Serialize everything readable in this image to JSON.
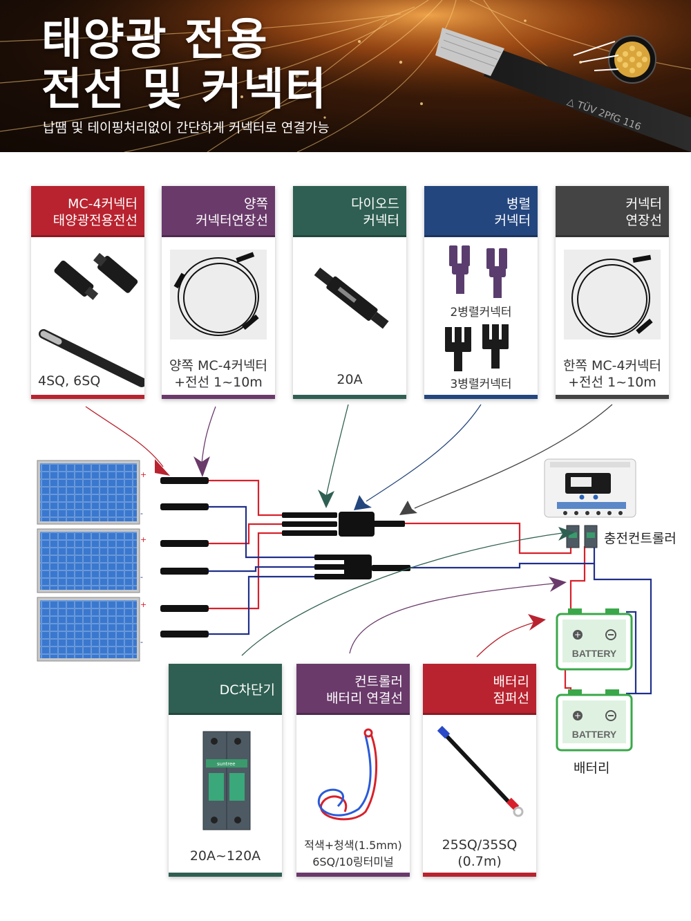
{
  "banner": {
    "title_line1": "태양광 전용",
    "title_line2": "전선 및 커넥터",
    "subtitle": "납땜 및 테이핑처리없이 간단하게 커넥터로 연결가능",
    "cable_print": "△ TÜV 2PfG 116"
  },
  "top_cards": [
    {
      "title1": "MC-4커넥터",
      "title2": "태양광전용전선",
      "caption1": "4SQ, 6SQ",
      "caption2": "",
      "color": "#b8232f"
    },
    {
      "title1": "양쪽",
      "title2": "커넥터연장선",
      "caption1": "양쪽 MC-4커넥터",
      "caption2": "+전선 1~10m",
      "color": "#6a3a6a"
    },
    {
      "title1": "다이오드",
      "title2": "커넥터",
      "caption1": "20A",
      "caption2": "",
      "color": "#2f5f52"
    },
    {
      "title1": "병렬",
      "title2": "커넥터",
      "caption1": "3병렬커넥터",
      "caption2": "",
      "inner_label": "2병렬커넥터",
      "color": "#24467e"
    },
    {
      "title1": "커넥터",
      "title2": "연장선",
      "caption1": "한쪽 MC-4커넥터",
      "caption2": "+전선 1~10m",
      "color": "#444444"
    }
  ],
  "bottom_cards": [
    {
      "title1": "",
      "title2": "DC차단기",
      "caption1": "20A~120A",
      "caption2": "",
      "brand": "suntree",
      "color": "#2f5f52"
    },
    {
      "title1": "컨트롤러",
      "title2": "배터리 연결선",
      "caption1": "적색+청색(1.5mm)",
      "caption2": "6SQ/10링터미널",
      "color": "#6a3a6a"
    },
    {
      "title1": "배터리",
      "title2": "점퍼선",
      "caption1": "25SQ/35SQ",
      "caption2": "(0.7m)",
      "color": "#b8232f"
    }
  ],
  "labels": {
    "controller": "충전컨트롤러",
    "battery": "배터리",
    "battery_text": "BATTERY",
    "panel_plus": "+",
    "panel_minus": "-"
  },
  "colors": {
    "wire_positive": "#d8202a",
    "wire_negative": "#1f2f8a",
    "battery_green": "#3aa84a",
    "panel_blue": "#2a5aa8"
  }
}
